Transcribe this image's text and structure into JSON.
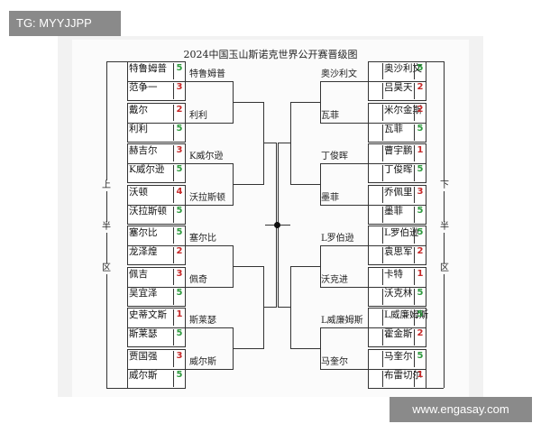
{
  "title": "2024中国玉山斯诺克世界公开赛晋级图",
  "watermark_top": "TG: MYYJJPP",
  "watermark_bottom": "www.engasay.com",
  "labels": {
    "upper_half": [
      "上",
      "半",
      "区"
    ],
    "lower_half": [
      "下",
      "半",
      "区"
    ]
  },
  "colors": {
    "winner_score": "#2e9a3e",
    "loser_score": "#c62828"
  },
  "left": {
    "r1": [
      [
        {
          "name": "特鲁姆普",
          "score": "5"
        },
        {
          "name": "范争一",
          "score": "3"
        }
      ],
      [
        {
          "name": "戴尔",
          "score": "2"
        },
        {
          "name": "利利",
          "score": "5"
        }
      ],
      [
        {
          "name": "赫吉尔",
          "score": "3"
        },
        {
          "name": "K威尔逊",
          "score": "5"
        }
      ],
      [
        {
          "name": "沃顿",
          "score": "4"
        },
        {
          "name": "沃拉斯顿",
          "score": "5"
        }
      ],
      [
        {
          "name": "塞尔比",
          "score": "5"
        },
        {
          "name": "龙泽煌",
          "score": "2"
        }
      ],
      [
        {
          "name": "佩吉",
          "score": "3"
        },
        {
          "name": "吴宜泽",
          "score": "5"
        }
      ],
      [
        {
          "name": "史蒂文斯",
          "score": "1"
        },
        {
          "name": "斯莱瑟",
          "score": "5"
        }
      ],
      [
        {
          "name": "贾国强",
          "score": "3"
        },
        {
          "name": "威尔斯",
          "score": "5"
        }
      ]
    ],
    "r2": [
      "特鲁姆普",
      "利利",
      "K威尔逊",
      "沃拉斯顿",
      "塞尔比",
      "佩奇",
      "斯莱瑟",
      "威尔斯"
    ]
  },
  "right": {
    "r1": [
      [
        {
          "name": "奥沙利文",
          "score": "5"
        },
        {
          "name": "吕昊天",
          "score": "2"
        }
      ],
      [
        {
          "name": "米尔金斯",
          "score": "2"
        },
        {
          "name": "瓦菲",
          "score": "5"
        }
      ],
      [
        {
          "name": "曹宇鹏",
          "score": "1"
        },
        {
          "name": "丁俊晖",
          "score": "5"
        }
      ],
      [
        {
          "name": "乔佩里",
          "score": "3"
        },
        {
          "name": "墨菲",
          "score": "5"
        }
      ],
      [
        {
          "name": "L罗伯逊",
          "score": "5"
        },
        {
          "name": "袁思军",
          "score": "2"
        }
      ],
      [
        {
          "name": "卡特",
          "score": "1"
        },
        {
          "name": "沃克林",
          "score": "5"
        }
      ],
      [
        {
          "name": "L威廉姆斯",
          "score": "5"
        },
        {
          "name": "霍金斯",
          "score": "2"
        }
      ],
      [
        {
          "name": "马奎尔",
          "score": "5"
        },
        {
          "name": "布雷切尔",
          "score": "1"
        }
      ]
    ],
    "r2": [
      "奥沙利文",
      "瓦菲",
      "丁俊晖",
      "墨菲",
      "L罗伯逊",
      "沃克进",
      "L威廉姆斯",
      "马奎尔"
    ]
  }
}
